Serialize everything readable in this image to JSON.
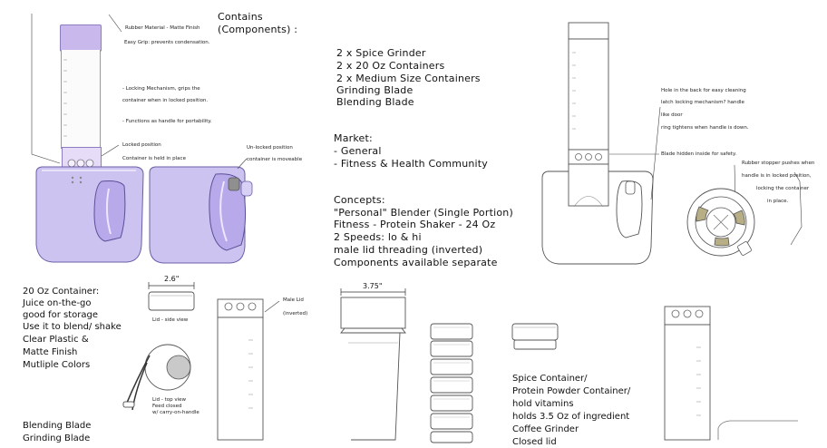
{
  "sheet": {
    "contains_title": [
      "Contains",
      "(Components) :"
    ],
    "components": [
      "2 x Spice Grinder",
      "2 x 20 Oz Containers",
      "2 x Medium Size Containers",
      "Grinding Blade",
      "Blending Blade"
    ],
    "market_title": "Market:",
    "market": [
      "- General",
      "- Fitness & Health Community"
    ],
    "concepts_title": "Concepts:",
    "concepts": [
      "\"Personal\" Blender (Single Portion)",
      "Fitness - Protein Shaker - 24 Oz",
      "2 Speeds: lo & hi",
      "male lid threading (inverted)",
      "Components available separate"
    ]
  },
  "blender_notes": {
    "rubber": "Rubber Material - Matte Finish",
    "grip": "Easy Grip: prevents condensation.",
    "lock1": "- Locking Mechanism, grips the",
    "lock2": "container when in locked position.",
    "handle": "- Functions as handle for portability.",
    "locked1": "Locked position",
    "locked2": "Container is held in place",
    "unlocked1": "Un-locked position",
    "unlocked2": "container is moveable"
  },
  "base_notes": {
    "hole1": "Hole in the back for easy cleaning",
    "hole2": "latch locking mechanism? handle",
    "hole3": "like door",
    "hole4": "ring tightens when handle is down.",
    "blade": "Blade hidden inside for safety.",
    "stop1": "Rubber stopper pushes when",
    "stop2": "handle is in locked position,",
    "stop3": "locking the container",
    "stop4": "in place."
  },
  "container20": {
    "lines": [
      "20 Oz Container:",
      "Juice on-the-go",
      "good for storage",
      "Use it to blend/ shake",
      "Clear Plastic &",
      "Matte Finish",
      "Mutliple Colors"
    ],
    "dim": "2.6\"",
    "lid_side": "Lid - side view",
    "lid_top1": "Lid - top view",
    "lid_top2": "Feed closed",
    "lid_top3": "w/ carry-on-handle",
    "male_lid1": "Male Lid",
    "male_lid2": "(inverted)"
  },
  "blending": {
    "lines": [
      "Blending Blade",
      "Grinding Blade"
    ]
  },
  "medium": {
    "dim": "3.75\""
  },
  "spice": {
    "lines": [
      "Spice Container/",
      "Protein Powder Container/",
      "hold vitamins",
      "holds 3.5 Oz of ingredient",
      "Coffee Grinder",
      "Closed lid"
    ]
  }
}
